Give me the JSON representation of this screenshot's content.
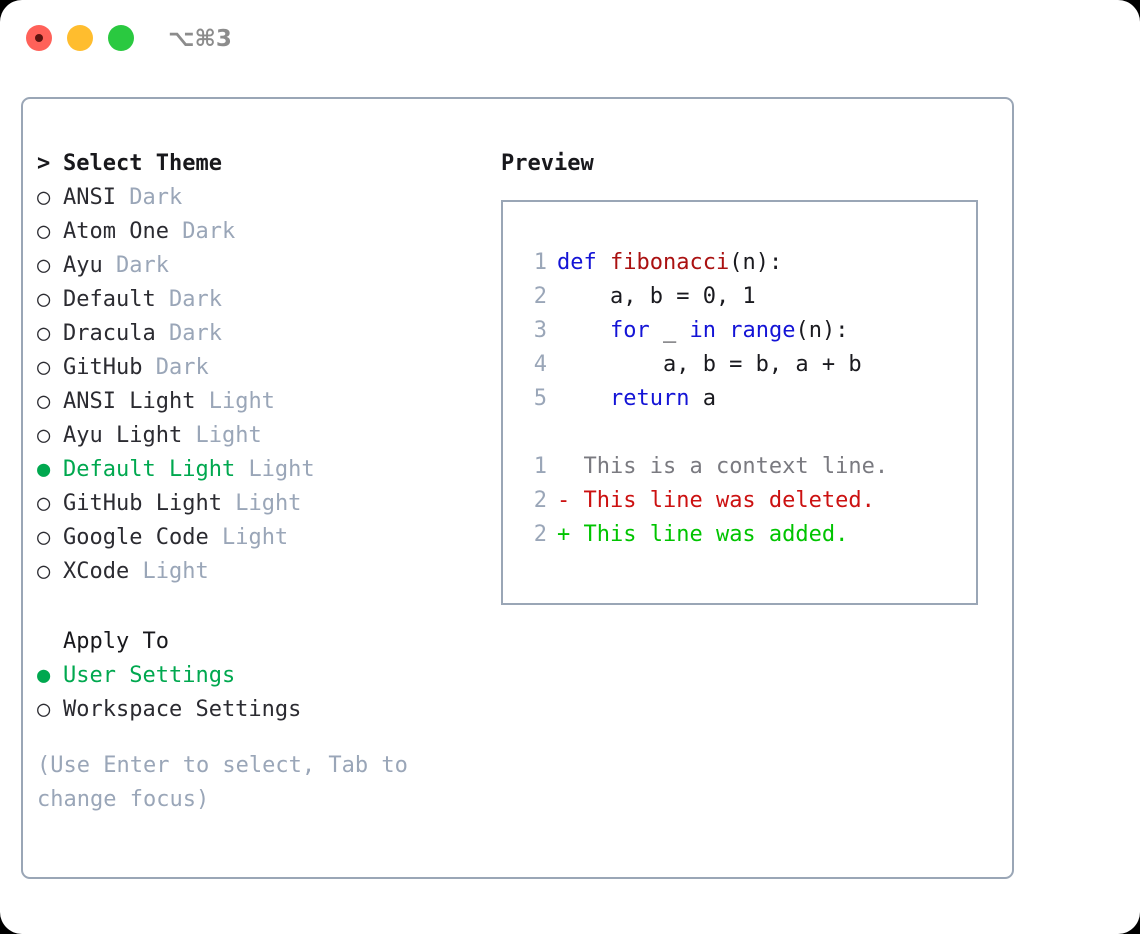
{
  "window": {
    "shortcut_title": "⌥⌘3",
    "traffic_lights": [
      "close-button",
      "minimize-button",
      "maximize-button"
    ]
  },
  "colors": {
    "accent_green": "#00a84f",
    "diff_add": "#00c400",
    "diff_del": "#cc1111",
    "keyword_blue": "#1414d6",
    "function_red": "#aa1111",
    "muted": "#9aa6b8",
    "border": "#9aa6b6"
  },
  "theme_list": {
    "header_marker": ">",
    "header_label": "Select Theme",
    "items": [
      {
        "marker": "○",
        "name": "ANSI",
        "variant": "Dark",
        "selected": false
      },
      {
        "marker": "○",
        "name": "Atom One",
        "variant": "Dark",
        "selected": false
      },
      {
        "marker": "○",
        "name": "Ayu",
        "variant": "Dark",
        "selected": false
      },
      {
        "marker": "○",
        "name": "Default",
        "variant": "Dark",
        "selected": false
      },
      {
        "marker": "○",
        "name": "Dracula",
        "variant": "Dark",
        "selected": false
      },
      {
        "marker": "○",
        "name": "GitHub",
        "variant": "Dark",
        "selected": false
      },
      {
        "marker": "○",
        "name": "ANSI Light",
        "variant": "Light",
        "selected": false
      },
      {
        "marker": "○",
        "name": "Ayu Light",
        "variant": "Light",
        "selected": false
      },
      {
        "marker": "●",
        "name": "Default Light",
        "variant": "Light",
        "selected": true
      },
      {
        "marker": "○",
        "name": "GitHub Light",
        "variant": "Light",
        "selected": false
      },
      {
        "marker": "○",
        "name": "Google Code",
        "variant": "Light",
        "selected": false
      },
      {
        "marker": "○",
        "name": "XCode",
        "variant": "Light",
        "selected": false
      }
    ]
  },
  "apply_to": {
    "label": "Apply To",
    "options": [
      {
        "marker": "●",
        "label": "User Settings",
        "selected": true
      },
      {
        "marker": "○",
        "label": "Workspace Settings",
        "selected": false
      }
    ]
  },
  "hint": "(Use Enter to select, Tab to change focus)",
  "preview": {
    "title": "Preview",
    "code_lines": [
      {
        "num": "1",
        "tokens": [
          {
            "t": "def ",
            "c": "kw"
          },
          {
            "t": "fibonacci",
            "c": "fn"
          },
          {
            "t": "(n):",
            "c": "plain"
          }
        ]
      },
      {
        "num": "2",
        "tokens": [
          {
            "t": "    a, b = 0, 1",
            "c": "plain"
          }
        ]
      },
      {
        "num": "3",
        "tokens": [
          {
            "t": "    ",
            "c": "plain"
          },
          {
            "t": "for",
            "c": "kw"
          },
          {
            "t": " _ ",
            "c": "plain"
          },
          {
            "t": "in",
            "c": "kw"
          },
          {
            "t": " ",
            "c": "plain"
          },
          {
            "t": "range",
            "c": "kw"
          },
          {
            "t": "(n):",
            "c": "plain"
          }
        ]
      },
      {
        "num": "4",
        "tokens": [
          {
            "t": "        a, b = b, a + b",
            "c": "plain"
          }
        ]
      },
      {
        "num": "5",
        "tokens": [
          {
            "t": "    ",
            "c": "plain"
          },
          {
            "t": "return",
            "c": "kw"
          },
          {
            "t": " a",
            "c": "plain"
          }
        ]
      }
    ],
    "diff_lines": [
      {
        "num": "1",
        "sign": " ",
        "text": " This is a context line.",
        "kind": "context"
      },
      {
        "num": "2",
        "sign": "-",
        "text": " This line was deleted.",
        "kind": "deleted"
      },
      {
        "num": "2",
        "sign": "+",
        "text": " This line was added.",
        "kind": "added"
      }
    ]
  }
}
